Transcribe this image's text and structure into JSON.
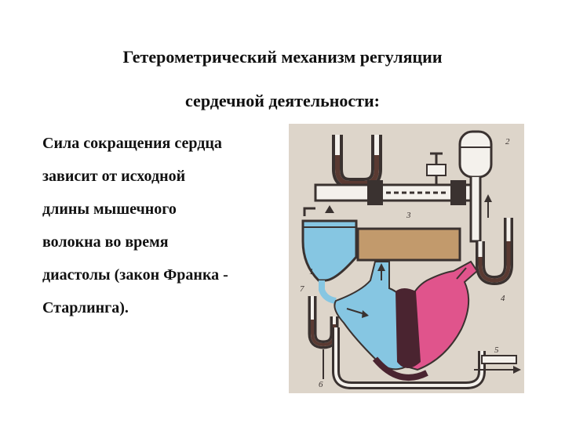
{
  "slide": {
    "title_line1": "Гетерометрический механизм регуляции",
    "title_line2": "сердечной деятельности:",
    "body_lines": [
      "Сила сокращения сердца",
      "зависит от исходной",
      "длины мышечного",
      "волокна  во время",
      "диастолы (закон Франка -",
      "Старлинга)."
    ]
  },
  "figure": {
    "labels": [
      "1",
      "2",
      "3",
      "4",
      "5",
      "6",
      "7"
    ],
    "colors": {
      "background": "#ddd5ca",
      "tube_outline": "#3a3230",
      "tube_fill": "#f4f1ec",
      "venous_blood": "#86c6e2",
      "arterial_blood": "#e0548c",
      "heart_tissue": "#4a2430",
      "resistance_block": "#c29a6c",
      "fluid_dark": "#5a3a32"
    }
  }
}
